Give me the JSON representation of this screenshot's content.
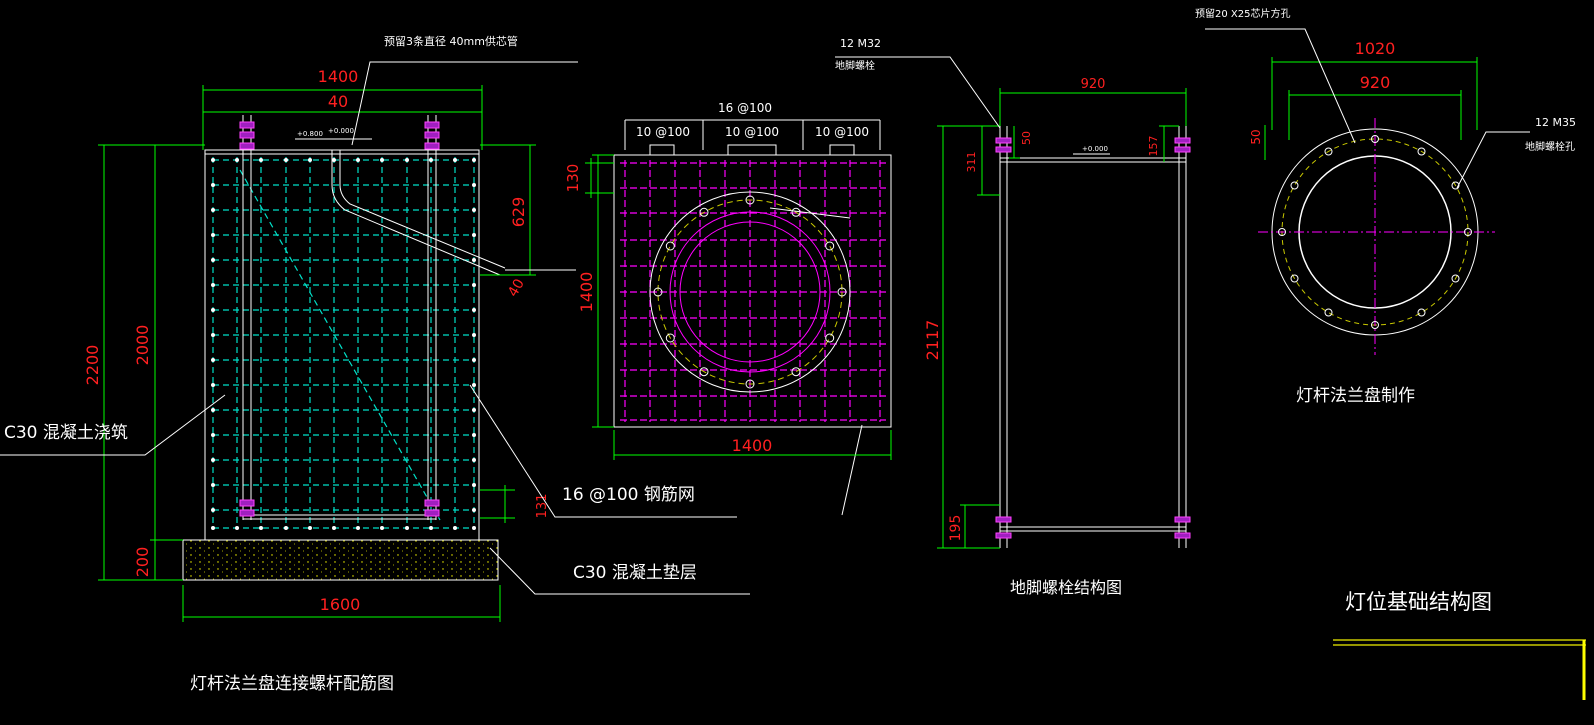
{
  "colors": {
    "background": "#000000",
    "dimension": "#00ff00",
    "dimension_text": "#ff2020",
    "rebar_front": "#00e0c8",
    "rebar_plan": "#ff00ff",
    "outline": "#ffffff",
    "dashed_circle": "#c8c800",
    "concrete_dots": "#ffff00",
    "leader": "#ffffff"
  },
  "front_view": {
    "title": "灯杆法兰盘连接螺杆配筋图",
    "dims": {
      "top_width": "1400",
      "top_cover": "40",
      "total_height": "2200",
      "body_height": "2000",
      "pad_height": "200",
      "pad_width": "1600",
      "bolt_top": "629",
      "side_cover": "40",
      "bottom_bar": "131"
    },
    "labels": {
      "sleeve_note": "预留3条直径  40mm供芯管",
      "concrete_pour": "C30 混凝土浇筑",
      "rebar_mesh": "16 @100 钢筋网",
      "concrete_pad": "C30 混凝土垫层",
      "elev_left": "+0.800",
      "elev_right": "+0.000"
    }
  },
  "plan_view": {
    "dims": {
      "top_spec": "16 @100",
      "bay_1": "10 @100",
      "bay_2": "10 @100",
      "bay_3": "10 @100",
      "edge": "130",
      "height": "1400",
      "width": "1400"
    }
  },
  "bolt_view": {
    "title": "地脚螺栓结构图",
    "labels": {
      "bolt_spec": "12 M32",
      "bolt_name": "地脚螺栓",
      "elevation": "+0.000"
    },
    "dims": {
      "width": "920",
      "top_left": "311",
      "top_50": "50",
      "top_right": "157",
      "height": "2117",
      "bottom": "195"
    }
  },
  "flange_view": {
    "title": "灯杆法兰盘制作",
    "labels": {
      "top_note": "预留20 X25芯片方孔",
      "hole_spec": "12 M35",
      "hole_name": "地脚螺栓孔"
    },
    "dims": {
      "outer": "1020",
      "inner": "920",
      "side": "50"
    }
  },
  "sheet": {
    "title": "灯位基础结构图"
  }
}
